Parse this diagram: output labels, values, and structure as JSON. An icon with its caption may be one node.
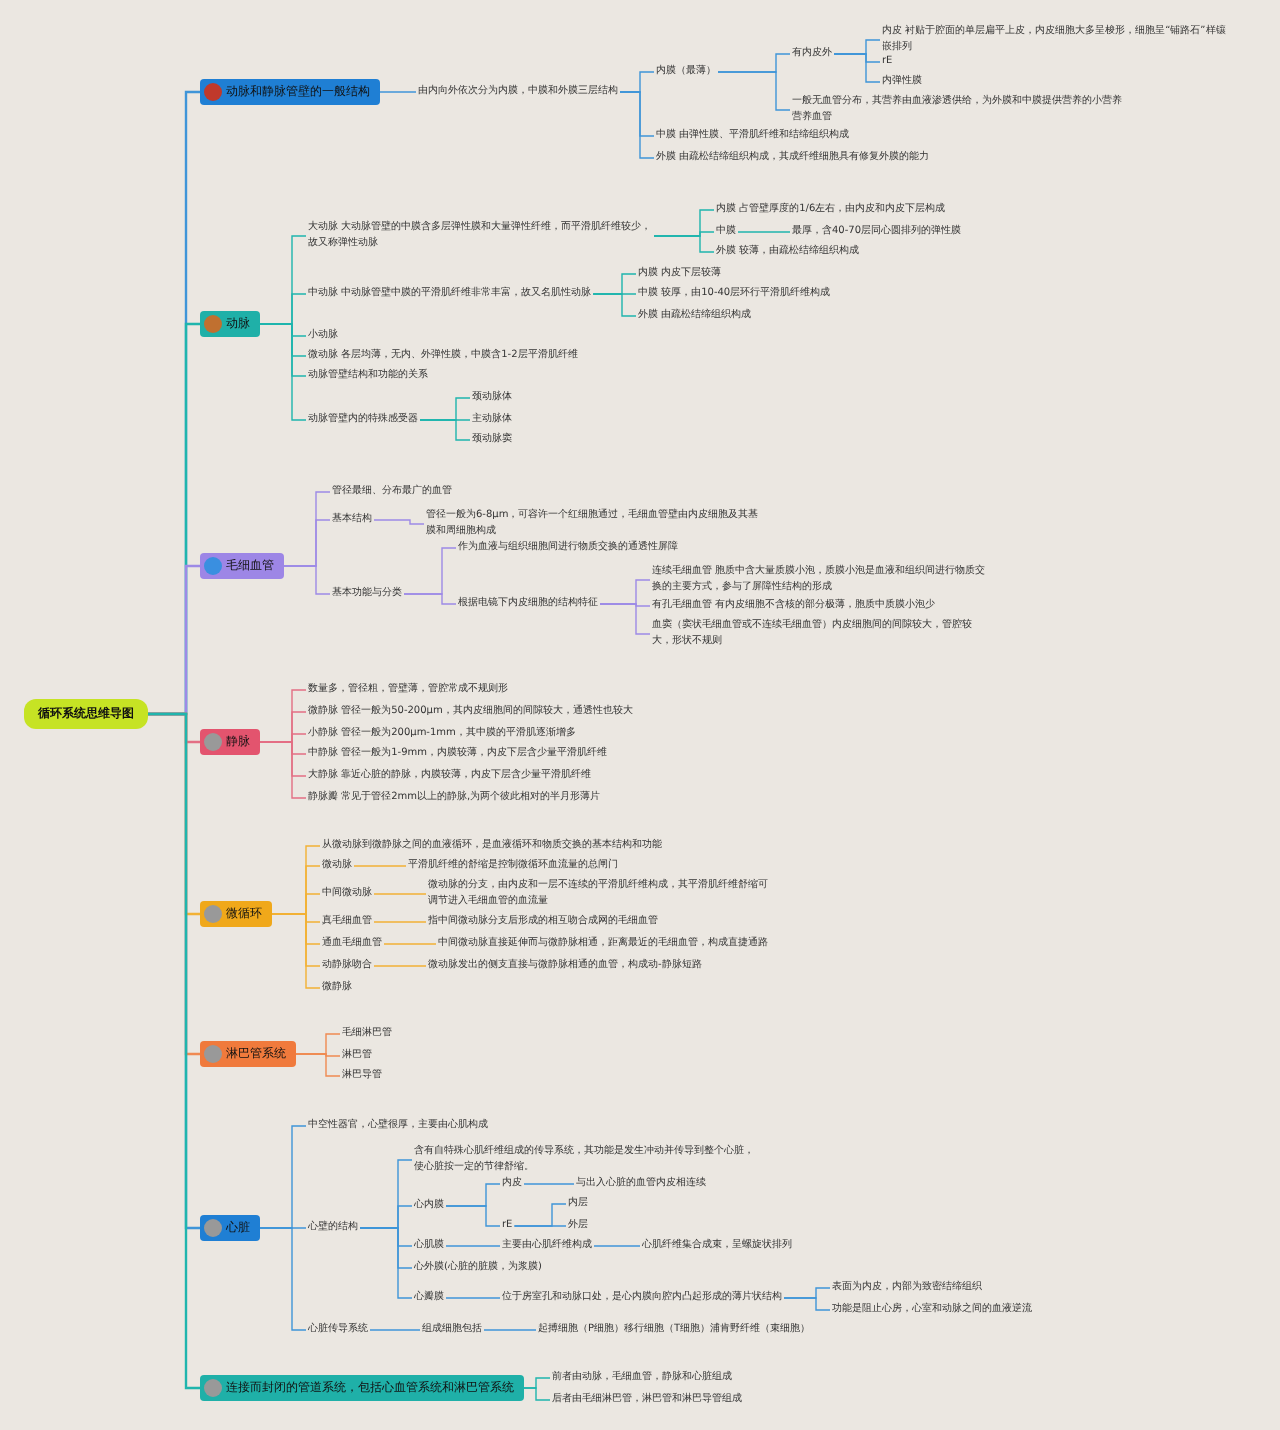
{
  "diagram": {
    "nodes": [
      {
        "text": [
          "循环系统思维导图"
        ]
      },
      {
        "text": [
          "动脉和静脉管壁的一般结构"
        ]
      },
      {
        "text": [
          "由内向外依次分为内膜，中膜和外膜三层结构"
        ]
      },
      {
        "text": [
          "内膜（最薄）"
        ]
      },
      {
        "text": [
          "有内皮外"
        ]
      },
      {
        "text": [
          "内皮 衬贴于腔面的单层扁平上皮，内皮细胞大多呈梭形，细胞呈“铺路石”样镶嵌排列"
        ]
      },
      {
        "text": [
          "rE"
        ]
      },
      {
        "text": [
          "内弹性膜"
        ]
      },
      {
        "text": [
          "一般无血管分布，其营养由血液渗透供给，为外膜和中膜提供营养的小营养营养血管"
        ]
      },
      {
        "text": [
          "中膜 由弹性膜、平滑肌纤维和结缔组织构成"
        ]
      },
      {
        "text": [
          "外膜 由疏松结缔组织构成，其成纤维细胞具有修复外膜的能力"
        ]
      },
      {
        "text": [
          "动脉"
        ]
      },
      {
        "text": [
          "大动脉 大动脉管壁的中膜含多层弹性膜和大量弹性纤维，而平滑肌纤维较少，故又称弹性动脉"
        ]
      },
      {
        "text": [
          "内膜 占管壁厚度的1/6左右，由内皮和内皮下层构成"
        ]
      },
      {
        "text": [
          "中膜"
        ]
      },
      {
        "text": [
          "最厚，含40-70层同心圆排列的弹性膜"
        ]
      },
      {
        "text": [
          "外膜 较薄，由疏松结缔组织构成"
        ]
      },
      {
        "text": [
          "中动脉 中动脉管壁中膜的平滑肌纤维非常丰富，故又名肌性动脉"
        ]
      },
      {
        "text": [
          "内膜 内皮下层较薄"
        ]
      },
      {
        "text": [
          "中膜 较厚，由10-40层环行平滑肌纤维构成"
        ]
      },
      {
        "text": [
          "外膜 由疏松结缔组织构成"
        ]
      },
      {
        "text": [
          "小动脉"
        ]
      },
      {
        "text": [
          "微动脉 各层均薄，无内、外弹性膜，中膜含1-2层平滑肌纤维"
        ]
      },
      {
        "text": [
          "动脉管壁结构和功能的关系"
        ]
      },
      {
        "text": [
          "动脉管壁内的特殊感受器"
        ]
      },
      {
        "text": [
          "颈动脉体"
        ]
      },
      {
        "text": [
          "主动脉体"
        ]
      },
      {
        "text": [
          "颈动脉窦"
        ]
      },
      {
        "text": [
          "毛细血管"
        ]
      },
      {
        "text": [
          "管径最细、分布最广的血管"
        ]
      },
      {
        "text": [
          "基本结构"
        ]
      },
      {
        "text": [
          "管径一般为6-8μm，可容许一个红细胞通过，毛细血管壁由内皮细胞及其基膜和周细胞构成"
        ]
      },
      {
        "text": [
          "基本功能与分类"
        ]
      },
      {
        "text": [
          "作为血液与组织细胞间进行物质交换的通透性屏障"
        ]
      },
      {
        "text": [
          "根据电镜下内皮细胞的结构特征"
        ]
      },
      {
        "text": [
          "连续毛细血管 胞质中含大量质膜小泡，质膜小泡是血液和组织间进行物质交换的主要方式，参与了屏障性结构的形成"
        ]
      },
      {
        "text": [
          "有孔毛细血管 有内皮细胞不含核的部分极薄，胞质中质膜小泡少"
        ]
      },
      {
        "text": [
          "血窦（窦状毛细血管或不连续毛细血管）内皮细胞间的间隙较大，管腔较大，形状不规则"
        ]
      },
      {
        "text": [
          "静脉"
        ]
      },
      {
        "text": [
          "数量多，管径粗，管壁薄，管腔常成不规则形"
        ]
      },
      {
        "text": [
          "微静脉 管径一般为50-200μm，其内皮细胞间的间隙较大，通透性也较大"
        ]
      },
      {
        "text": [
          "小静脉 管径一般为200μm-1mm，其中膜的平滑肌逐渐增多"
        ]
      },
      {
        "text": [
          "中静脉 管径一般为1-9mm，内膜较薄，内皮下层含少量平滑肌纤维"
        ]
      },
      {
        "text": [
          "大静脉 靠近心脏的静脉，内膜较薄，内皮下层含少量平滑肌纤维"
        ]
      },
      {
        "text": [
          "静脉瓣 常见于管径2mm以上的静脉,为两个彼此相对的半月形薄片"
        ]
      },
      {
        "text": [
          "微循环"
        ]
      },
      {
        "text": [
          "从微动脉到微静脉之间的血液循环，是血液循环和物质交换的基本结构和功能"
        ]
      },
      {
        "text": [
          "微动脉"
        ]
      },
      {
        "text": [
          "平滑肌纤维的舒缩是控制微循环血流量的总闸门"
        ]
      },
      {
        "text": [
          "中间微动脉"
        ]
      },
      {
        "text": [
          "微动脉的分支，由内皮和一层不连续的平滑肌纤维构成，其平滑肌纤维舒缩可调节进入毛细血管的血流量"
        ]
      },
      {
        "text": [
          "真毛细血管"
        ]
      },
      {
        "text": [
          "指中间微动脉分支后形成的相互吻合成网的毛细血管"
        ]
      },
      {
        "text": [
          "通血毛细血管"
        ]
      },
      {
        "text": [
          "中间微动脉直接延伸而与微静脉相通，距离最近的毛细血管，构成直捷通路"
        ]
      },
      {
        "text": [
          "动静脉吻合"
        ]
      },
      {
        "text": [
          "微动脉发出的侧支直接与微静脉相通的血管，构成动-静脉短路"
        ]
      },
      {
        "text": [
          "微静脉"
        ]
      },
      {
        "text": [
          "淋巴管系统"
        ]
      },
      {
        "text": [
          "毛细淋巴管"
        ]
      },
      {
        "text": [
          "淋巴管"
        ]
      },
      {
        "text": [
          "淋巴导管"
        ]
      },
      {
        "text": [
          "心脏"
        ]
      },
      {
        "text": [
          "中空性器官，心壁很厚，主要由心肌构成"
        ]
      },
      {
        "text": [
          "心壁的结构"
        ]
      },
      {
        "text": [
          "含有自特殊心肌纤维组成的传导系统，其功能是发生冲动并传导到整个心脏，使心脏按一定的节律舒缩。"
        ]
      },
      {
        "text": [
          "心内膜"
        ]
      },
      {
        "text": [
          "内皮"
        ]
      },
      {
        "text": [
          "与出入心脏的血管内皮相连续"
        ]
      },
      {
        "text": [
          "rE"
        ]
      },
      {
        "text": [
          "内层"
        ]
      },
      {
        "text": [
          "外层"
        ]
      },
      {
        "text": [
          "心肌膜"
        ]
      },
      {
        "text": [
          "主要由心肌纤维构成"
        ]
      },
      {
        "text": [
          "心肌纤维集合成束，呈螺旋状排列"
        ]
      },
      {
        "text": [
          "心外膜(心脏的脏膜，为浆膜)"
        ]
      },
      {
        "text": [
          "心瓣膜"
        ]
      },
      {
        "text": [
          "位于房室孔和动脉口处，是心内膜向腔内凸起形成的薄片状结构"
        ]
      },
      {
        "text": [
          "表面为内皮，内部为致密结缔组织"
        ]
      },
      {
        "text": [
          "功能是阻止心房，心室和动脉之间的血液逆流"
        ]
      },
      {
        "text": [
          "心脏传导系统"
        ]
      },
      {
        "text": [
          "组成细胞包括"
        ]
      },
      {
        "text": [
          "起搏细胞（P细胞）移行细胞（T细胞）浦肯野纤维（束细胞）"
        ]
      },
      {
        "text": [
          "连接而封闭的管道系统，包括心血管系统和淋巴管系统"
        ]
      },
      {
        "text": [
          "前者由动脉，毛细血管，静脉和心脏组成"
        ]
      },
      {
        "text": [
          "后者由毛细淋巴管，淋巴管和淋巴导管组成"
        ]
      }
    ],
    "edges": [
      {
        "from": 0,
        "to": 1,
        "arrow": "none"
      },
      {
        "from": 0,
        "to": 11,
        "arrow": "none",
        "color": "#1fb5ad"
      },
      {
        "from": 0,
        "to": 28,
        "arrow": "none",
        "color": "#9d8ae6"
      },
      {
        "from": 0,
        "to": 38,
        "arrow": "none",
        "color": "#e36f84"
      },
      {
        "from": 0,
        "to": 45,
        "arrow": "none",
        "color": "#f2b134"
      },
      {
        "from": 0,
        "to": 58,
        "arrow": "none",
        "color": "#f08a52"
      },
      {
        "from": 0,
        "to": 62,
        "arrow": "none"
      },
      {
        "from": 0,
        "to": 83,
        "arrow": "none",
        "color": "#1fb5ad"
      },
      {
        "from": 1,
        "to": 2,
        "arrow": "none"
      },
      {
        "from": 2,
        "to": 3,
        "arrow": "none"
      },
      {
        "from": 2,
        "to": 9,
        "arrow": "none"
      },
      {
        "from": 2,
        "to": 10,
        "arrow": "none"
      },
      {
        "from": 3,
        "to": 4,
        "arrow": "none"
      },
      {
        "from": 3,
        "to": 8,
        "arrow": "none"
      },
      {
        "from": 4,
        "to": 5,
        "arrow": "none"
      },
      {
        "from": 4,
        "to": 6,
        "arrow": "none"
      },
      {
        "from": 4,
        "to": 7,
        "arrow": "none"
      },
      {
        "from": 11,
        "to": 12,
        "arrow": "none",
        "color": "#1fb5ad"
      },
      {
        "from": 11,
        "to": 17,
        "arrow": "none",
        "color": "#1fb5ad"
      },
      {
        "from": 11,
        "to": 21,
        "arrow": "none",
        "color": "#1fb5ad"
      },
      {
        "from": 11,
        "to": 22,
        "arrow": "none",
        "color": "#1fb5ad"
      },
      {
        "from": 11,
        "to": 23,
        "arrow": "none",
        "color": "#1fb5ad"
      },
      {
        "from": 11,
        "to": 24,
        "arrow": "none",
        "color": "#1fb5ad"
      },
      {
        "from": 12,
        "to": 13,
        "arrow": "none",
        "color": "#1fb5ad"
      },
      {
        "from": 12,
        "to": 14,
        "arrow": "none",
        "color": "#1fb5ad"
      },
      {
        "from": 12,
        "to": 16,
        "arrow": "none",
        "color": "#1fb5ad"
      },
      {
        "from": 14,
        "to": 15,
        "arrow": "none",
        "color": "#1fb5ad"
      },
      {
        "from": 17,
        "to": 18,
        "arrow": "none",
        "color": "#1fb5ad"
      },
      {
        "from": 17,
        "to": 19,
        "arrow": "none",
        "color": "#1fb5ad"
      },
      {
        "from": 17,
        "to": 20,
        "arrow": "none",
        "color": "#1fb5ad"
      },
      {
        "from": 24,
        "to": 25,
        "arrow": "none",
        "color": "#1fb5ad"
      },
      {
        "from": 24,
        "to": 26,
        "arrow": "none",
        "color": "#1fb5ad"
      },
      {
        "from": 24,
        "to": 27,
        "arrow": "none",
        "color": "#1fb5ad"
      },
      {
        "from": 28,
        "to": 29,
        "arrow": "none",
        "color": "#9d8ae6"
      },
      {
        "from": 28,
        "to": 30,
        "arrow": "none",
        "color": "#9d8ae6"
      },
      {
        "from": 28,
        "to": 32,
        "arrow": "none",
        "color": "#9d8ae6"
      },
      {
        "from": 30,
        "to": 31,
        "arrow": "none",
        "color": "#9d8ae6"
      },
      {
        "from": 32,
        "to": 33,
        "arrow": "none",
        "color": "#9d8ae6"
      },
      {
        "from": 32,
        "to": 34,
        "arrow": "none",
        "color": "#9d8ae6"
      },
      {
        "from": 34,
        "to": 35,
        "arrow": "none",
        "color": "#9d8ae6"
      },
      {
        "from": 34,
        "to": 36,
        "arrow": "none",
        "color": "#9d8ae6"
      },
      {
        "from": 34,
        "to": 37,
        "arrow": "none",
        "color": "#9d8ae6"
      },
      {
        "from": 38,
        "to": 39,
        "arrow": "none",
        "color": "#e36f84"
      },
      {
        "from": 38,
        "to": 40,
        "arrow": "none",
        "color": "#e36f84"
      },
      {
        "from": 38,
        "to": 41,
        "arrow": "none",
        "color": "#e36f84"
      },
      {
        "from": 38,
        "to": 42,
        "arrow": "none",
        "color": "#e36f84"
      },
      {
        "from": 38,
        "to": 43,
        "arrow": "none",
        "color": "#e36f84"
      },
      {
        "from": 38,
        "to": 44,
        "arrow": "none",
        "color": "#e36f84"
      },
      {
        "from": 45,
        "to": 46,
        "arrow": "none",
        "color": "#f2b134"
      },
      {
        "from": 45,
        "to": 47,
        "arrow": "none",
        "color": "#f2b134"
      },
      {
        "from": 45,
        "to": 49,
        "arrow": "none",
        "color": "#f2b134"
      },
      {
        "from": 45,
        "to": 51,
        "arrow": "none",
        "color": "#f2b134"
      },
      {
        "from": 45,
        "to": 53,
        "arrow": "none",
        "color": "#f2b134"
      },
      {
        "from": 45,
        "to": 55,
        "arrow": "none",
        "color": "#f2b134"
      },
      {
        "from": 45,
        "to": 57,
        "arrow": "none",
        "color": "#f2b134"
      },
      {
        "from": 47,
        "to": 48,
        "arrow": "none",
        "color": "#f2b134"
      },
      {
        "from": 49,
        "to": 50,
        "arrow": "none",
        "color": "#f2b134"
      },
      {
        "from": 51,
        "to": 52,
        "arrow": "none",
        "color": "#f2b134"
      },
      {
        "from": 53,
        "to": 54,
        "arrow": "none",
        "color": "#f2b134"
      },
      {
        "from": 55,
        "to": 56,
        "arrow": "none",
        "color": "#f2b134"
      },
      {
        "from": 58,
        "to": 59,
        "arrow": "none",
        "color": "#f08a52"
      },
      {
        "from": 58,
        "to": 60,
        "arrow": "none",
        "color": "#f08a52"
      },
      {
        "from": 58,
        "to": 61,
        "arrow": "none",
        "color": "#f08a52"
      },
      {
        "from": 62,
        "to": 63,
        "arrow": "none"
      },
      {
        "from": 62,
        "to": 64,
        "arrow": "none"
      },
      {
        "from": 62,
        "to": 80,
        "arrow": "none"
      },
      {
        "from": 64,
        "to": 65,
        "arrow": "none"
      },
      {
        "from": 64,
        "to": 66,
        "arrow": "none"
      },
      {
        "from": 64,
        "to": 72,
        "arrow": "none"
      },
      {
        "from": 64,
        "to": 75,
        "arrow": "none"
      },
      {
        "from": 64,
        "to": 76,
        "arrow": "none"
      },
      {
        "from": 66,
        "to": 67,
        "arrow": "none"
      },
      {
        "from": 66,
        "to": 69,
        "arrow": "none"
      },
      {
        "from": 67,
        "to": 68,
        "arrow": "none"
      },
      {
        "from": 69,
        "to": 70,
        "arrow": "none"
      },
      {
        "from": 69,
        "to": 71,
        "arrow": "none"
      },
      {
        "from": 72,
        "to": 73,
        "arrow": "none"
      },
      {
        "from": 73,
        "to": 74,
        "arrow": "none"
      },
      {
        "from": 76,
        "to": 77,
        "arrow": "none"
      },
      {
        "from": 77,
        "to": 78,
        "arrow": "none"
      },
      {
        "from": 77,
        "to": 79,
        "arrow": "none"
      },
      {
        "from": 80,
        "to": 81,
        "arrow": "none"
      },
      {
        "from": 81,
        "to": 82,
        "arrow": "none"
      },
      {
        "from": 83,
        "to": 84,
        "arrow": "none",
        "color": "#1fb5ad"
      },
      {
        "from": 83,
        "to": 85,
        "arrow": "none",
        "color": "#1fb5ad"
      }
    ]
  }
}
